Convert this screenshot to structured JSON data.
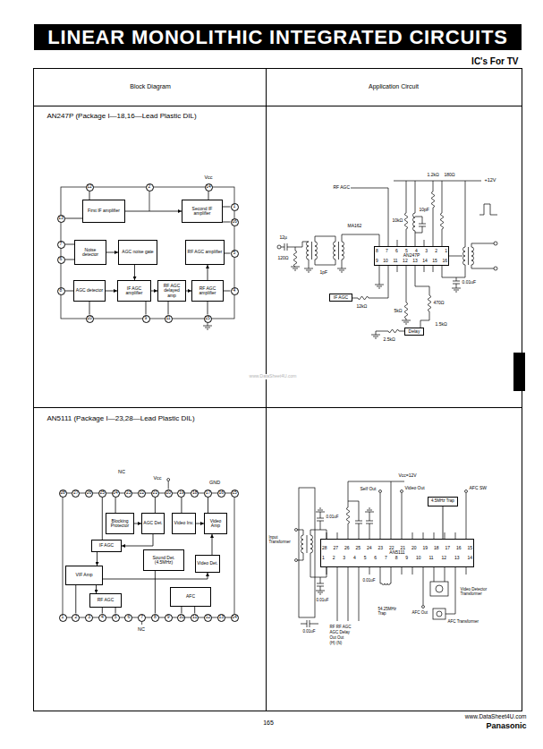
{
  "diagram": {
    "title": "LINEAR MONOLITHIC INTEGRATED CIRCUITS",
    "nodes": [
      {
        "text": [
          "12"
        ]
      },
      {
        "text": [
          "2"
        ]
      },
      {
        "text": [
          "14"
        ]
      },
      {
        "text": [
          "First IF amplifier"
        ]
      },
      {
        "text": [
          "Second IF amplifier"
        ]
      },
      {
        "text": [
          "1"
        ]
      },
      {
        "text": [
          "13"
        ]
      },
      {
        "text": [
          "16"
        ]
      },
      {
        "text": [
          "Noise detector"
        ]
      },
      {
        "text": [
          "AGC noise gate"
        ]
      },
      {
        "text": [
          "RF AGC amplifier"
        ]
      },
      {
        "text": [
          "7"
        ]
      },
      {
        "text": [
          "5"
        ]
      },
      {
        "text": [
          "6"
        ]
      },
      {
        "text": [
          "AGC detector"
        ]
      },
      {
        "text": [
          "IF AGC amplifier"
        ]
      },
      {
        "text": [
          "RF AGC delayed amp"
        ]
      },
      {
        "text": [
          "RF AGC amplifier"
        ]
      },
      {
        "text": [
          "8"
        ]
      },
      {
        "text": [
          "4"
        ]
      },
      {
        "text": [
          "10"
        ]
      },
      {
        "text": [
          "9"
        ]
      },
      {
        "text": [
          "11"
        ]
      },
      {
        "text": [
          "15"
        ]
      },
      {
        "text": [
          "8 7 6 5 4 3 2 1",
          "AN247P",
          "9 10 11 12 13 14 15 16"
        ]
      },
      {
        "text": [
          "IF AGC"
        ]
      },
      {
        "text": [
          "Delay"
        ]
      },
      {
        "text": [
          "28"
        ]
      },
      {
        "text": [
          "27"
        ]
      },
      {
        "text": [
          "26"
        ]
      },
      {
        "text": [
          "25"
        ]
      },
      {
        "text": [
          "24"
        ]
      },
      {
        "text": [
          "23"
        ]
      },
      {
        "text": [
          "22"
        ]
      },
      {
        "text": [
          "21"
        ]
      },
      {
        "text": [
          "20"
        ]
      },
      {
        "text": [
          "19"
        ]
      },
      {
        "text": [
          "18"
        ]
      },
      {
        "text": [
          "17"
        ]
      },
      {
        "text": [
          "16"
        ]
      },
      {
        "text": [
          "15"
        ]
      },
      {
        "text": [
          "Blocking Protector"
        ]
      },
      {
        "text": [
          "AGC Det."
        ]
      },
      {
        "text": [
          "Video Inv."
        ]
      },
      {
        "text": [
          "Video Amp"
        ]
      },
      {
        "text": [
          "IF AGC"
        ]
      },
      {
        "text": [
          "Sound Det.(4.5MHz)"
        ]
      },
      {
        "text": [
          "Video Det."
        ]
      },
      {
        "text": [
          "VIF Amp"
        ]
      },
      {
        "text": [
          "RF AGC"
        ]
      },
      {
        "text": [
          "AFC"
        ]
      },
      {
        "text": [
          "1"
        ]
      },
      {
        "text": [
          "2"
        ]
      },
      {
        "text": [
          "3"
        ]
      },
      {
        "text": [
          "4"
        ]
      },
      {
        "text": [
          "5"
        ]
      },
      {
        "text": [
          "6"
        ]
      },
      {
        "text": [
          "7"
        ]
      },
      {
        "text": [
          "8"
        ]
      },
      {
        "text": [
          "9"
        ]
      },
      {
        "text": [
          "10"
        ]
      },
      {
        "text": [
          "11"
        ]
      },
      {
        "text": [
          "12"
        ]
      },
      {
        "text": [
          "13"
        ]
      },
      {
        "text": [
          "14"
        ]
      },
      {
        "text": [
          "28 27 26 25 24 23 22 21 20 19 18 17 16 15",
          "AN5111",
          "1 2 3 4 5 6 7 8 9 10 11 12 13 14"
        ]
      },
      {
        "text": [
          "4.5MHz Trap"
        ]
      }
    ],
    "edges": [
      {
        "from": 3,
        "to": 4,
        "arrow": "to"
      },
      {
        "from": 6,
        "to": 3,
        "arrow": "none"
      },
      {
        "from": 0,
        "to": 3,
        "arrow": "none"
      },
      {
        "from": 4,
        "to": 5,
        "arrow": "none"
      },
      {
        "from": 4,
        "to": 7,
        "arrow": "none"
      },
      {
        "from": 2,
        "to": 4,
        "arrow": "none"
      },
      {
        "from": 8,
        "to": 9,
        "arrow": "to"
      },
      {
        "from": 11,
        "to": 8,
        "arrow": "none"
      },
      {
        "from": 13,
        "to": 8,
        "arrow": "none"
      },
      {
        "from": 9,
        "to": 15,
        "arrow": "to"
      },
      {
        "from": 14,
        "to": 15,
        "arrow": "to"
      },
      {
        "from": 18,
        "to": 14,
        "arrow": "none"
      },
      {
        "from": 15,
        "to": 16,
        "arrow": "to"
      },
      {
        "from": 16,
        "to": 17,
        "arrow": "to"
      },
      {
        "from": 17,
        "to": 10,
        "arrow": "to"
      },
      {
        "from": 10,
        "to": 12,
        "arrow": "none"
      },
      {
        "from": 17,
        "to": 19,
        "arrow": "none"
      },
      {
        "from": 14,
        "to": 20,
        "arrow": "none"
      },
      {
        "from": 15,
        "to": 21,
        "arrow": "none"
      },
      {
        "from": 16,
        "to": 22,
        "arrow": "none"
      },
      {
        "from": 17,
        "to": 23,
        "arrow": "none"
      },
      {
        "from": 31,
        "to": 41,
        "arrow": "none"
      },
      {
        "from": 34,
        "to": 42,
        "arrow": "none"
      },
      {
        "from": 36,
        "to": 43,
        "arrow": "none"
      },
      {
        "from": 38,
        "to": 44,
        "arrow": "none"
      },
      {
        "from": 30,
        "to": 45,
        "arrow": "none"
      },
      {
        "from": 41,
        "to": 42,
        "arrow": "to"
      },
      {
        "from": 43,
        "to": 44,
        "arrow": "to"
      },
      {
        "from": 42,
        "to": 45,
        "arrow": "to"
      },
      {
        "from": 45,
        "to": 48,
        "arrow": "to"
      },
      {
        "from": 48,
        "to": 47,
        "arrow": "to"
      },
      {
        "from": 47,
        "to": 44,
        "arrow": "to"
      },
      {
        "from": 48,
        "to": 49,
        "arrow": "to"
      },
      {
        "from": 49,
        "to": 54,
        "arrow": "none"
      },
      {
        "from": 49,
        "to": 55,
        "arrow": "none"
      },
      {
        "from": 48,
        "to": 52,
        "arrow": "none"
      },
      {
        "from": 46,
        "to": 58,
        "arrow": "none"
      },
      {
        "from": 50,
        "to": 60,
        "arrow": "none"
      },
      {
        "from": 50,
        "to": 61,
        "arrow": "none"
      },
      {
        "from": 65,
        "to": 66,
        "arrow": "none"
      }
    ],
    "labels": [
      "IC's For TV",
      "Block Diagram",
      "Application Circuit",
      "AN247P (Package I—18,16—Lead Plastic DIL)",
      "Vcc",
      "RF AGC",
      "+12V",
      "180Ω",
      "1.2kΩ",
      "10kΩ",
      "10pF",
      "12µ",
      "120Ω",
      "MA162",
      "1pF",
      "0.01uF",
      "12kΩ",
      "5kΩ",
      "470Ω",
      "2.5kΩ",
      "1.5kΩ",
      "www.DataSheet4U.com",
      "AN5111 (Package I—23,28—Lead Plastic DIL)",
      "NC",
      "Vcc",
      "GND",
      "NC",
      "Vcc=12V",
      "Self Out",
      "Video Out",
      "AFC SW",
      "Input Transformer",
      "0.01uF",
      "0.01uF",
      "0.01uF",
      "0.01uF",
      "54.25MHz Trap",
      "AFC Out",
      "Video Detector Transformer",
      "AFC Transformer",
      "RF RF AGC",
      "AGC Delay",
      "Out Out",
      "(H) (N)",
      "165",
      "www.DataSheet4U.com",
      "Panasonic"
    ]
  }
}
